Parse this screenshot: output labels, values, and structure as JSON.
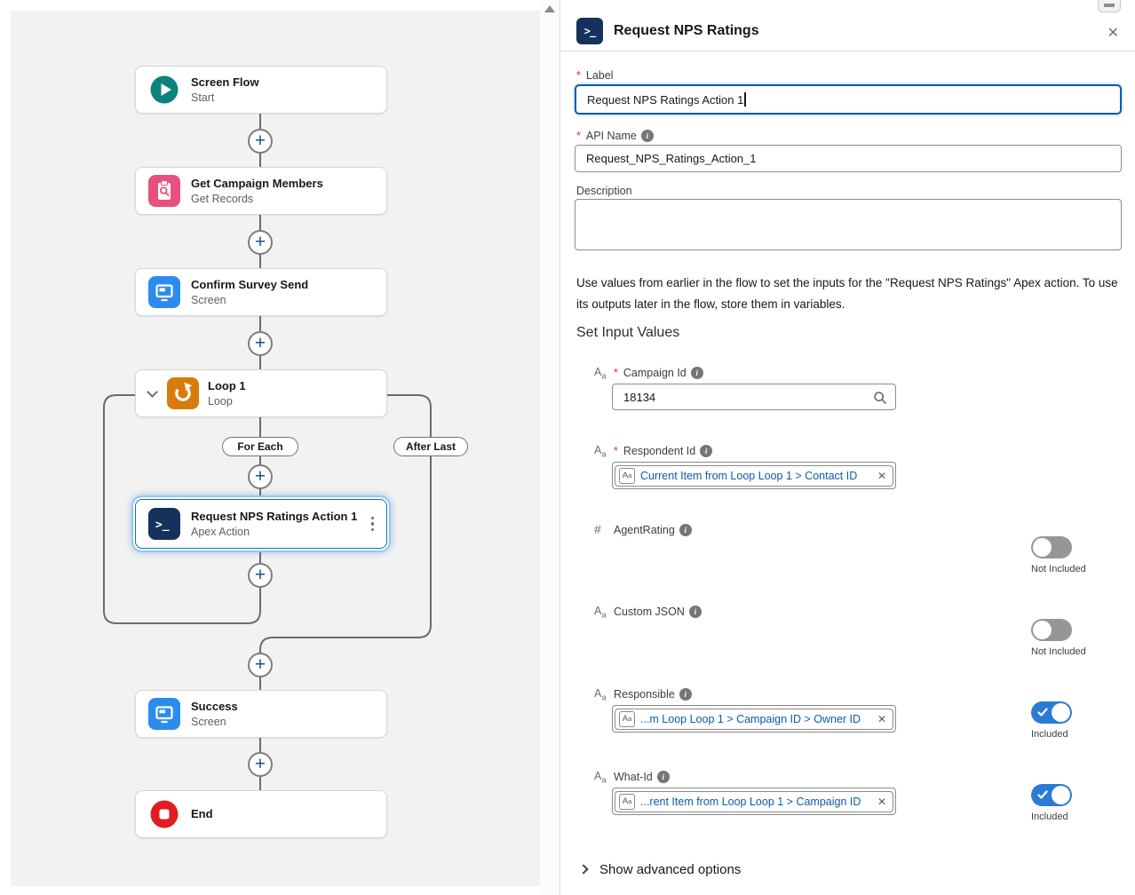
{
  "ui": {
    "required_marker": "*",
    "icons": [
      "play-start-icon",
      "get-records-clipboard-icon",
      "screen-monitor-icon",
      "loop-refresh-icon",
      "apex-terminal-icon",
      "end-stop-icon",
      "plus-connector-icon",
      "chevron-down-icon",
      "chevron-right-icon",
      "kebab-menu-icon",
      "close-icon",
      "info-icon",
      "search-icon",
      "text-type-icon",
      "number-type-icon",
      "remove-pill-icon",
      "check-icon",
      "scroll-up-icon"
    ]
  },
  "canvas": {
    "nodes": [
      {
        "title": "Screen Flow",
        "subtitle": "Start"
      },
      {
        "title": "Get Campaign Members",
        "subtitle": "Get Records"
      },
      {
        "title": "Confirm Survey Send",
        "subtitle": "Screen"
      },
      {
        "title": "Loop 1",
        "subtitle": "Loop"
      },
      {
        "title": "Request NPS Ratings Action 1",
        "subtitle": "Apex Action",
        "selected": true
      },
      {
        "title": "Success",
        "subtitle": "Screen"
      },
      {
        "title": "End",
        "subtitle": ""
      }
    ],
    "branches": {
      "for_each": "For Each",
      "after_last": "After Last"
    }
  },
  "panel": {
    "title": "Request NPS Ratings",
    "label_field": {
      "label": "Label",
      "value": "Request NPS Ratings Action 1"
    },
    "api_field": {
      "label": "API Name",
      "value": "Request_NPS_Ratings_Action_1"
    },
    "description_field": {
      "label": "Description",
      "value": ""
    },
    "help_text": "Use values from earlier in the flow to set the inputs for the \"Request NPS Ratings\" Apex action. To use its outputs later in the flow, store them in variables.",
    "section_title": "Set Input Values",
    "inputs": [
      {
        "label": "Campaign Id",
        "type": "text",
        "required": true,
        "value": "18134"
      },
      {
        "label": "Respondent Id",
        "type": "text",
        "required": true,
        "pill": "Current Item from Loop Loop 1 > Contact ID"
      },
      {
        "label": "AgentRating",
        "type": "number",
        "toggle": "off",
        "toggle_label": "Not Included"
      },
      {
        "label": "Custom JSON",
        "type": "text",
        "toggle": "off",
        "toggle_label": "Not Included"
      },
      {
        "label": "Responsible",
        "type": "text",
        "pill": "...m Loop Loop 1 > Campaign ID > Owner ID",
        "toggle": "on",
        "toggle_label": "Included"
      },
      {
        "label": "What-Id",
        "type": "text",
        "pill": "...rent Item from Loop Loop 1 > Campaign ID",
        "toggle": "on",
        "toggle_label": "Included"
      }
    ],
    "advanced_label": "Show advanced options"
  },
  "colors": {
    "accent_blue": "#0176d3",
    "toggle_on_blue": "#2b7ad6",
    "apex_navy": "#16325c",
    "start_teal": "#0b827c",
    "data_pink": "#e8507d",
    "screen_blue": "#2b8ceb",
    "loop_orange": "#d97b0c",
    "end_red": "#e11d21",
    "pill_link_blue": "#0b5cab",
    "canvas_gray": "#f3f2f2",
    "connector_gray": "#6c6c6c"
  }
}
